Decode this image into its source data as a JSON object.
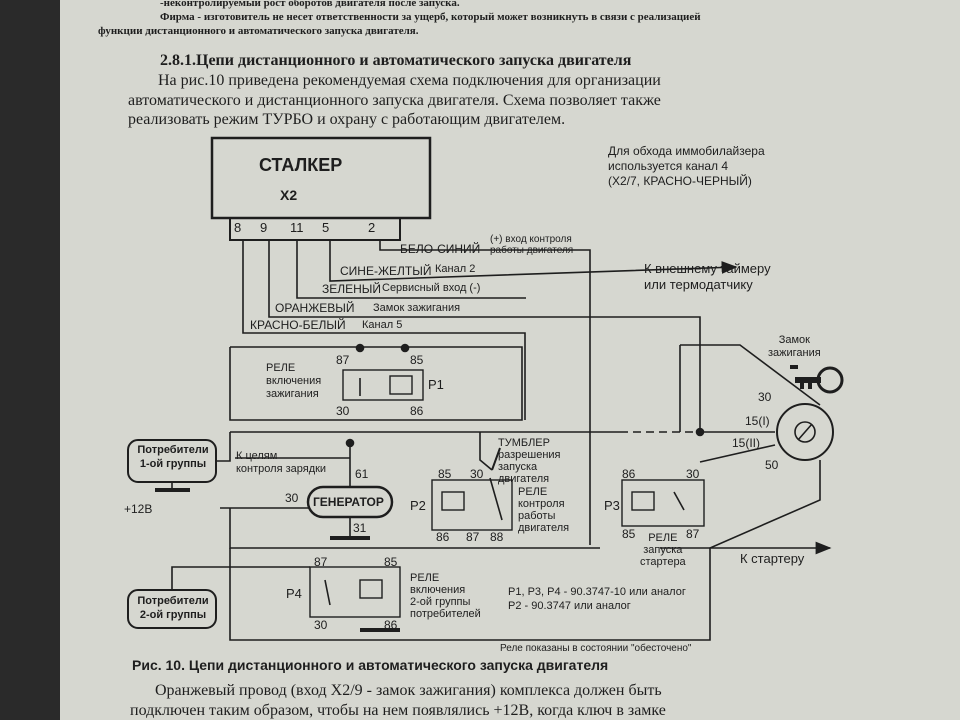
{
  "top_note_1": "-неконтролируемый рост оборотов двигателя после запуска.",
  "top_note_2_label": "Фирма -",
  "top_note_2_text": "изготовитель не несет ответственности за ущерб, который может возникнуть в связи с реализацией",
  "top_note_3": "функции дистанционного и автоматического запуска двигателя.",
  "section_title": "2.8.1.Цепи дистанционного и автоматического запуска двигателя",
  "intro_line_1": "На рис.10 приведена рекомендуемая схема подключения для организации",
  "intro_line_2": "автоматического и дистанционного запуска двигателя. Схема позволяет также",
  "intro_line_3": "реализовать режим ТУРБО и охрану с работающим двигателем.",
  "diagram": {
    "unit_name": "СТАЛКЕР",
    "connector": "X2",
    "pins": [
      "8",
      "9",
      "11",
      "5",
      "2"
    ],
    "immobilizer_note": [
      "Для обхода иммобилайзера",
      "используется канал 4",
      "(X2/7, КРАСНО-ЧЕРНЫЙ)"
    ],
    "wire_white_blue": "БЕЛО-СИНИЙ",
    "input_control_1": "(+) вход контроля",
    "input_control_2": "работы двигателя",
    "wire_blue_yellow": "СИНЕ-ЖЕЛТЫЙ",
    "channel_2": "Канал 2",
    "wire_green": "ЗЕЛЕНЫЙ",
    "service_input": "Сервисный вход (-)",
    "wire_orange": "ОРАНЖЕВЫЙ",
    "ignition_lock_wire": "Замок зажигания",
    "wire_red_white": "КРАСНО-БЕЛЫЙ",
    "channel_5": "Канал 5",
    "external_timer_1": "К внешнему таймеру",
    "external_timer_2": "или термодатчику",
    "ignition_lock_1": "Замок",
    "ignition_lock_2": "зажигания",
    "relay_p1_title": [
      "РЕЛЕ",
      "включения",
      "зажигания"
    ],
    "relay_p1": "P1",
    "relay_p2": "P2",
    "relay_p3": "P3",
    "relay_p4": "P4",
    "p2_title": [
      "РЕЛЕ",
      "контроля",
      "работы",
      "двигателя"
    ],
    "p3_title": [
      "РЕЛЕ",
      "запуска",
      "стартера"
    ],
    "p4_title": [
      "РЕЛЕ",
      "включения",
      "2-ой группы",
      "потребителей"
    ],
    "consumers_1": [
      "Потребители",
      "1-ой группы"
    ],
    "consumers_2": [
      "Потребители",
      "2-ой группы"
    ],
    "charge_control": [
      "К целям",
      "контроля зарядки"
    ],
    "generator": "ГЕНЕРАТОР",
    "plus_12v": "+12В",
    "toggle": [
      "ТУМБЛЕР",
      "разрешения",
      "запуска",
      "двигателя"
    ],
    "to_starter": "К стартеру",
    "relay_types": [
      "P1, P3, P4 - 90.3747-10 или аналог",
      "P2 - 90.3747 или аналог"
    ],
    "relay_state": "Реле показаны в состоянии \"обесточено\"",
    "t_87": "87",
    "t_85": "85",
    "t_86": "86",
    "t_30": "30",
    "t_88": "88",
    "t_61": "61",
    "t_31": "31",
    "t_50": "50",
    "t_15_1": "15(I)",
    "t_15_2": "15(II)"
  },
  "figure_caption": "Рис. 10. Цепи дистанционного и автоматического запуска двигателя",
  "bottom_line_1": "Оранжевый провод (вход X2/9 - замок зажигания) комплекса должен быть",
  "bottom_line_2": "подключен таким образом, чтобы на нем появлялись +12В, когда ключ в замке"
}
